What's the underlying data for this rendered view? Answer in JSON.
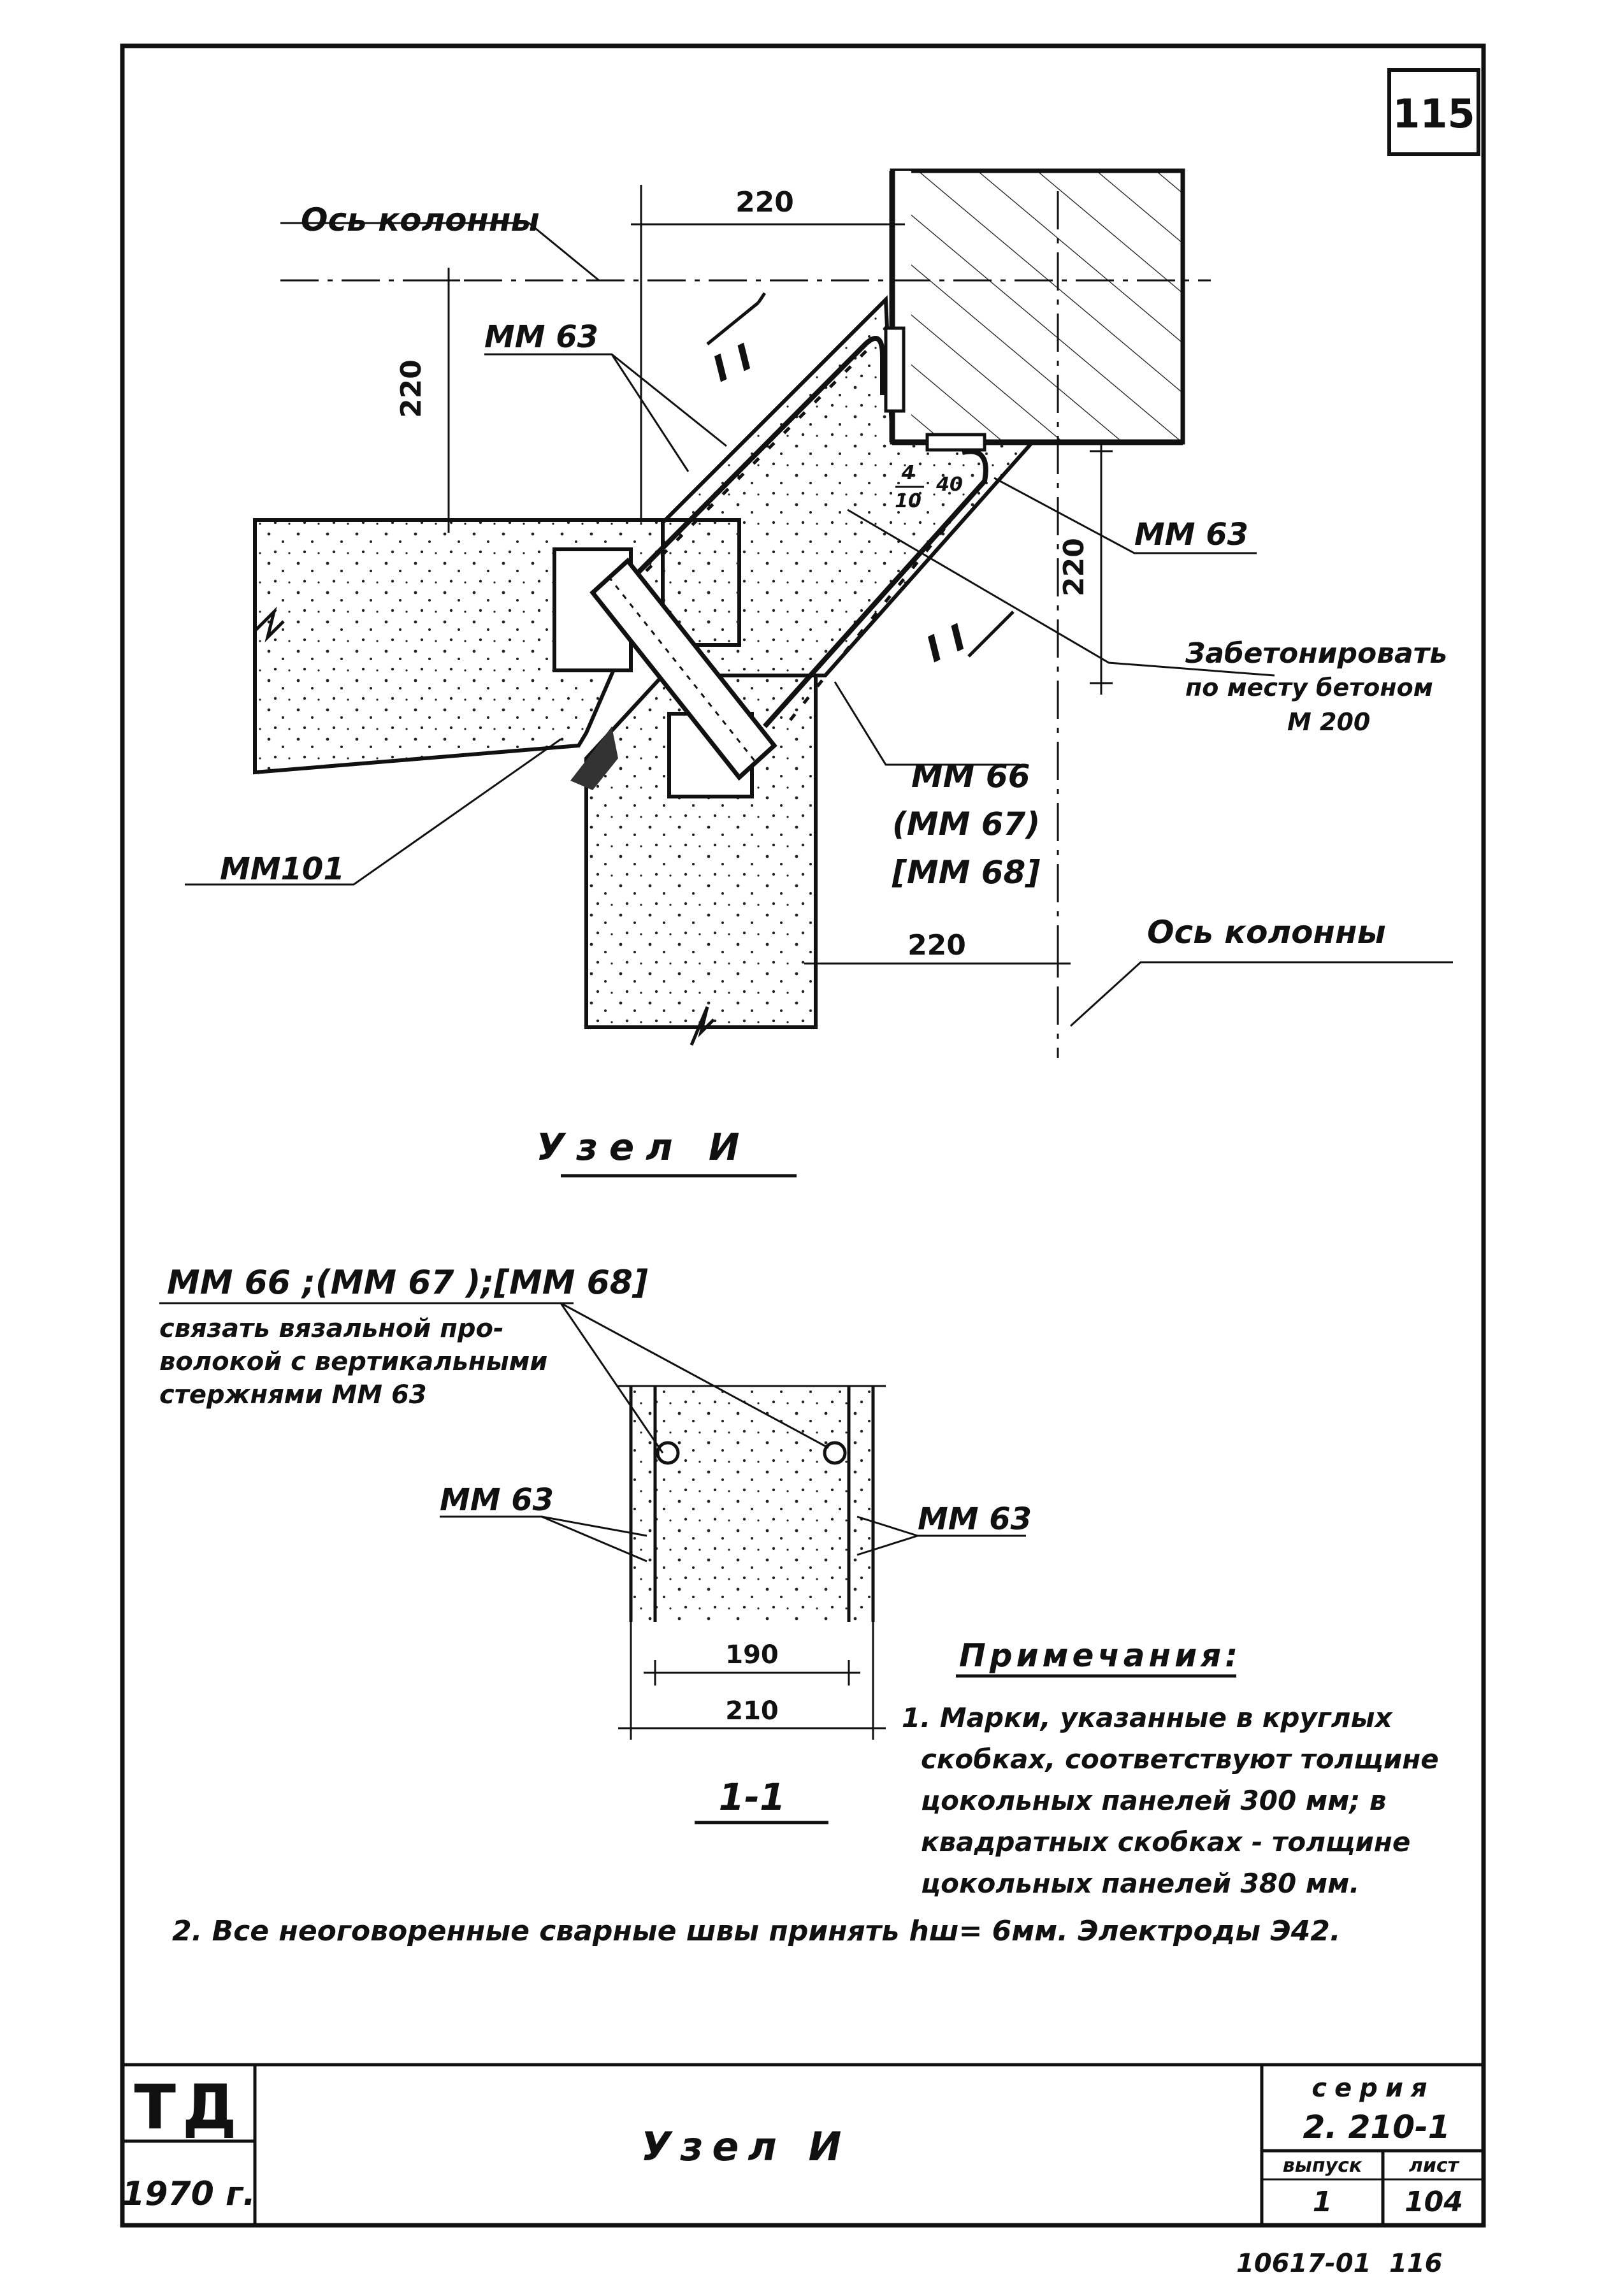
{
  "sheet_number": "115",
  "detail_title": "Узел И",
  "section_title": "1-1",
  "labels": {
    "axis_top": "Ось колонны",
    "axis_bottom": "Ось колонны",
    "mm63_a": "ММ 63",
    "mm63_b": "ММ 63",
    "mm101": "ММ101",
    "mm66": "ММ 66",
    "mm67": "(ММ 67)",
    "mm68": "[ММ 68]",
    "concrete_note_1": "Забетонировать",
    "concrete_note_2": "по месту бетоном",
    "concrete_note_3": "М 200",
    "weld_frac_top": "4",
    "weld_frac_bottom": "10",
    "weld_len": "40",
    "section_mm_header": "ММ 66 ;(ММ 67 );[ММ 68]",
    "section_note_1": "связать вязальной про-",
    "section_note_2": "волокой с вертикальными",
    "section_note_3": "стержнями ММ 63",
    "section_mm63_left": "ММ 63",
    "section_mm63_right": "ММ 63"
  },
  "dimensions": {
    "top_220": "220",
    "left_220": "220",
    "right_220": "220",
    "bottom_220": "220",
    "sec_190": "190",
    "sec_210": "210"
  },
  "notes": {
    "heading": "Примечания:",
    "note1_lines": [
      "1. Марки, указанные в круглых",
      "скобках, соответствуют толщине",
      "цокольных панелей 300 мм; в",
      "квадратных скобках - толщине",
      "цокольных панелей 380 мм."
    ],
    "note2": "2. Все неоговоренные сварные швы принять hш= 6мм. Электроды Э42."
  },
  "title_block": {
    "org": "ТД",
    "year": "1970 г.",
    "name": "Узел И",
    "series_label": "серия",
    "series_value": "2. 210-1",
    "issue_label": "выпуск",
    "issue_value": "1",
    "sheet_label": "лист",
    "sheet_value": "104"
  },
  "footer": {
    "code": "10617-01",
    "page": "116"
  }
}
